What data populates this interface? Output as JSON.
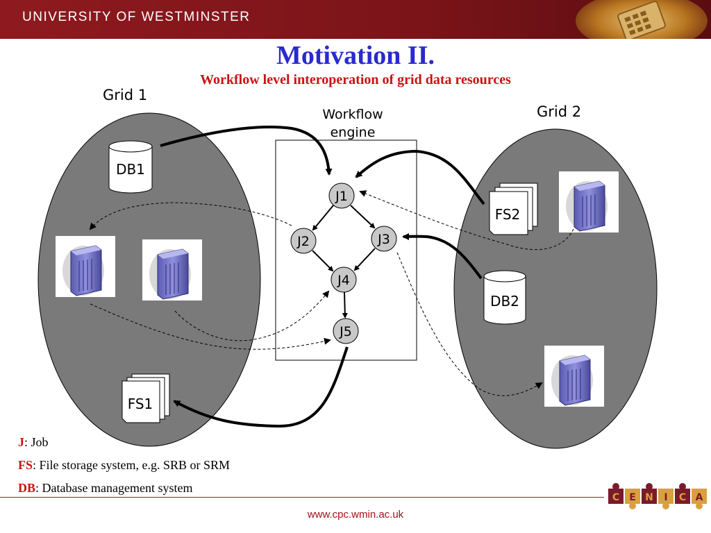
{
  "header": {
    "university": "UNIVERSITY OF WESTMINSTER",
    "brand_color": "#8e1a1f"
  },
  "slide": {
    "title": "Motivation II.",
    "subtitle": "Workflow level interoperation of grid data resources",
    "title_color": "#2a2ad0",
    "subtitle_color": "#cc1111"
  },
  "diagram": {
    "grid1_label": "Grid 1",
    "grid2_label": "Grid 2",
    "engine_label_line1": "Workflow",
    "engine_label_line2": "engine",
    "db1": "DB1",
    "db2": "DB2",
    "fs1": "FS1",
    "fs2": "FS2",
    "jobs": [
      "J1",
      "J2",
      "J3",
      "J4",
      "J5"
    ],
    "server_icon": "server-icon",
    "grid_fill": "#7a7a7a",
    "job_fill": "#c8c8c8"
  },
  "legend": {
    "j_key": "J",
    "j_text": ": Job",
    "fs_key": "FS",
    "fs_text": ": File storage system, e.g. SRB or SRM",
    "db_key": "DB",
    "db_text": ": Database management system"
  },
  "footer": {
    "url": "www.cpc.wmin.ac.uk",
    "logo_letters": [
      "C",
      "E",
      "N",
      "I",
      "C",
      "A"
    ]
  }
}
